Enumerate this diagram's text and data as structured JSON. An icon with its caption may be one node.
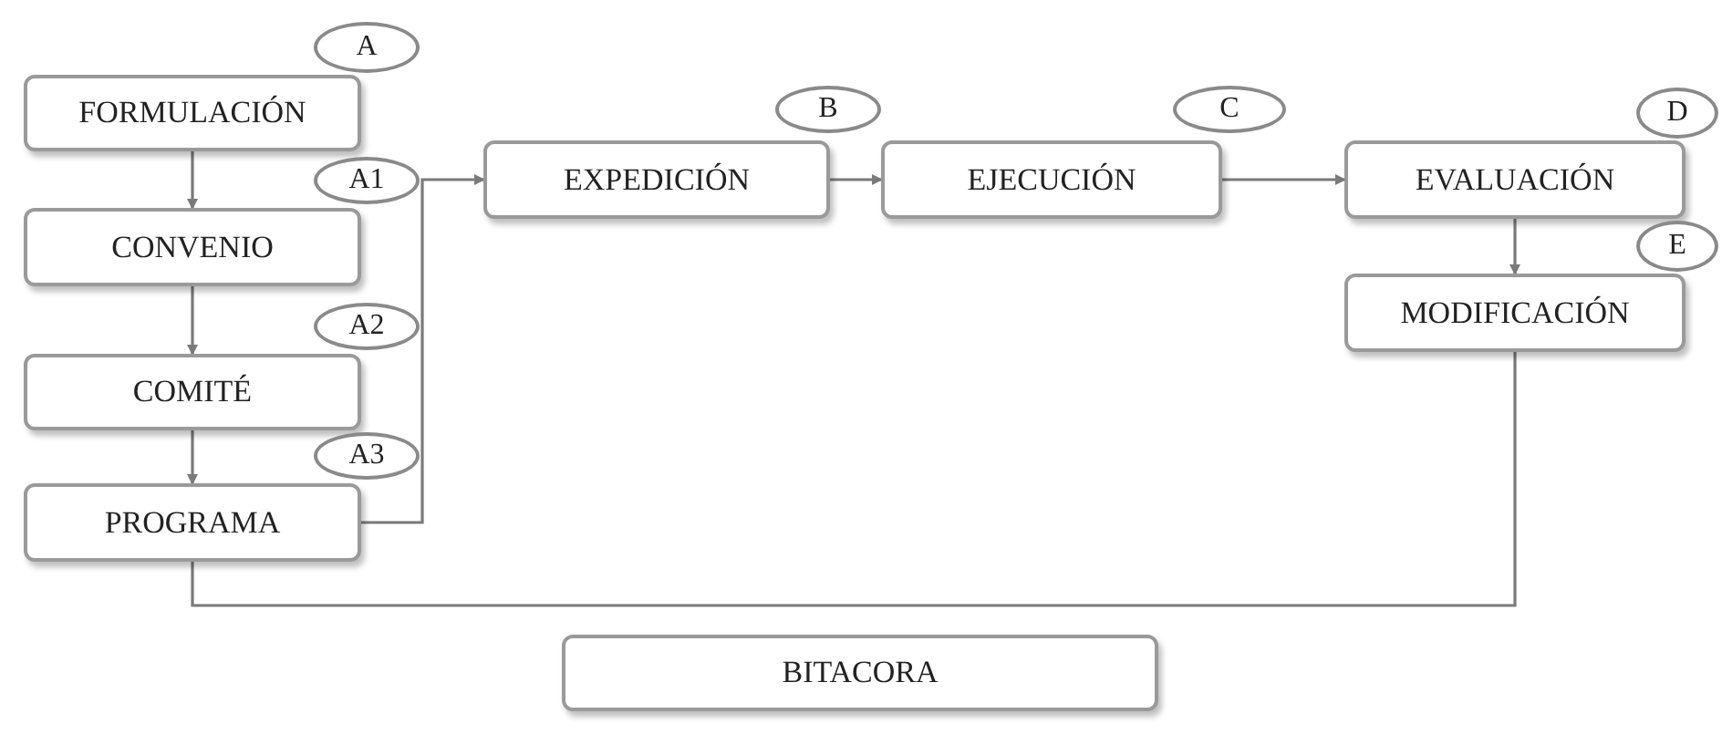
{
  "diagram": {
    "nodes": [
      {
        "text": [
          "A"
        ]
      },
      {
        "text": [
          "FORMULACIÓN"
        ]
      },
      {
        "text": [
          "A1"
        ]
      },
      {
        "text": [
          "CONVENIO"
        ]
      },
      {
        "text": [
          "A2"
        ]
      },
      {
        "text": [
          "COMITÉ"
        ]
      },
      {
        "text": [
          "A3"
        ]
      },
      {
        "text": [
          "PROGRAMA"
        ]
      },
      {
        "text": [
          "B"
        ]
      },
      {
        "text": [
          "EXPEDICIÓN"
        ]
      },
      {
        "text": [
          "C"
        ]
      },
      {
        "text": [
          "EJECUCIÓN"
        ]
      },
      {
        "text": [
          "D"
        ]
      },
      {
        "text": [
          "EVALUACIÓN"
        ]
      },
      {
        "text": [
          "E"
        ]
      },
      {
        "text": [
          "MODIFICACIÓN"
        ]
      },
      {
        "text": [
          "BITACORA"
        ]
      }
    ],
    "edges": [
      {
        "from": 1,
        "to": 3,
        "arrow": "to"
      },
      {
        "from": 3,
        "to": 5,
        "arrow": "to"
      },
      {
        "from": 5,
        "to": 7,
        "arrow": "to"
      },
      {
        "from": 7,
        "to": 9,
        "arrow": "to"
      },
      {
        "from": 9,
        "to": 11,
        "arrow": "to"
      },
      {
        "from": 11,
        "to": 13,
        "arrow": "to"
      },
      {
        "from": 13,
        "to": 15,
        "arrow": "to"
      },
      {
        "from": 15,
        "to": 7,
        "arrow": "none"
      }
    ]
  }
}
